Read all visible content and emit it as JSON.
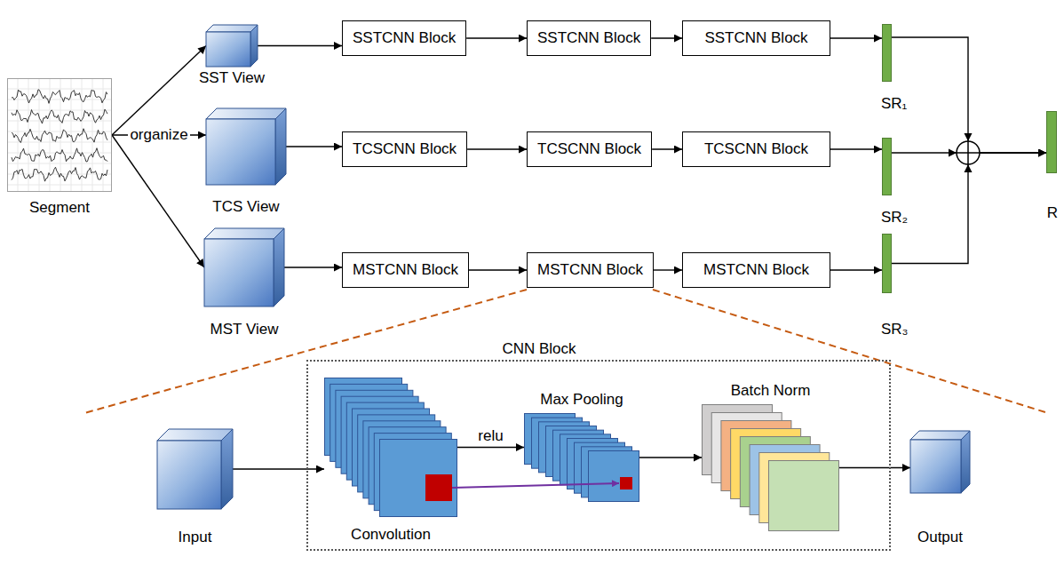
{
  "diagram": {
    "nodes": [
      {
        "text": [
          "Segment"
        ]
      },
      {
        "text": [
          "SST View"
        ]
      },
      {
        "text": [
          "SSTCNN Block"
        ]
      },
      {
        "text": [
          "SSTCNN Block"
        ]
      },
      {
        "text": [
          "SSTCNN Block"
        ]
      },
      {
        "text": [
          "SR₁"
        ]
      },
      {
        "text": [
          "TCS View"
        ]
      },
      {
        "text": [
          "TCSCNN Block"
        ]
      },
      {
        "text": [
          "TCSCNN Block"
        ]
      },
      {
        "text": [
          "TCSCNN Block"
        ]
      },
      {
        "text": [
          "SR₂"
        ]
      },
      {
        "text": [
          "MST View"
        ]
      },
      {
        "text": [
          "MSTCNN Block"
        ]
      },
      {
        "text": [
          "MSTCNN Block"
        ]
      },
      {
        "text": [
          "MSTCNN Block"
        ]
      },
      {
        "text": [
          "SR₃"
        ]
      },
      {
        "text": [
          "R"
        ]
      },
      {
        "text": [
          "CNN Block"
        ]
      },
      {
        "text": [
          "Input"
        ]
      },
      {
        "text": [
          "Convolution"
        ],
        "in": 17
      },
      {
        "text": [
          "Max Pooling"
        ],
        "in": 17
      },
      {
        "text": [
          "Batch Norm"
        ],
        "in": 17
      },
      {
        "text": [
          "Output"
        ]
      }
    ],
    "edges": [
      {
        "from": 0,
        "to": 1,
        "arrow": "to"
      },
      {
        "from": 0,
        "to": 6,
        "label": "organize",
        "arrow": "to"
      },
      {
        "from": 0,
        "to": 11,
        "arrow": "to"
      },
      {
        "from": 1,
        "to": 2,
        "arrow": "to"
      },
      {
        "from": 2,
        "to": 3,
        "arrow": "to"
      },
      {
        "from": 3,
        "to": 4,
        "arrow": "to"
      },
      {
        "from": 4,
        "to": 5,
        "arrow": "to"
      },
      {
        "from": 6,
        "to": 7,
        "arrow": "to"
      },
      {
        "from": 7,
        "to": 8,
        "arrow": "to"
      },
      {
        "from": 8,
        "to": 9,
        "arrow": "to"
      },
      {
        "from": 9,
        "to": 10,
        "arrow": "to"
      },
      {
        "from": 11,
        "to": 12,
        "arrow": "to"
      },
      {
        "from": 12,
        "to": 13,
        "arrow": "to"
      },
      {
        "from": 13,
        "to": 14,
        "arrow": "to"
      },
      {
        "from": 14,
        "to": 15,
        "arrow": "to"
      },
      {
        "from": 5,
        "to": 16,
        "arrow": "to"
      },
      {
        "from": 10,
        "to": 16,
        "arrow": "to"
      },
      {
        "from": 15,
        "to": 16,
        "arrow": "to"
      },
      {
        "from": 18,
        "to": 19,
        "arrow": "to"
      },
      {
        "from": 19,
        "to": 20,
        "label": "relu",
        "arrow": "to"
      },
      {
        "from": 20,
        "to": 21,
        "arrow": "to"
      },
      {
        "from": 21,
        "to": 22,
        "arrow": "to"
      }
    ]
  }
}
